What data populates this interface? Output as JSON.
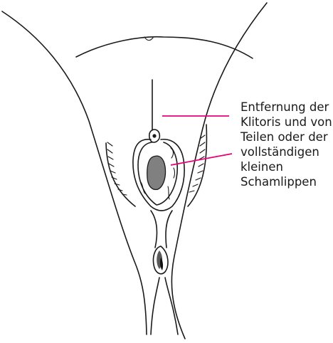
{
  "label_lines": [
    "Entfernung der",
    "Klitoris und von",
    "Teilen oder der",
    "vollständigen",
    "kleinen",
    "Schamlippen"
  ],
  "colors": {
    "pointer_line": "#e8007a",
    "ink": "#1a1a1a",
    "shade": "#808080",
    "background": "#ffffff"
  }
}
